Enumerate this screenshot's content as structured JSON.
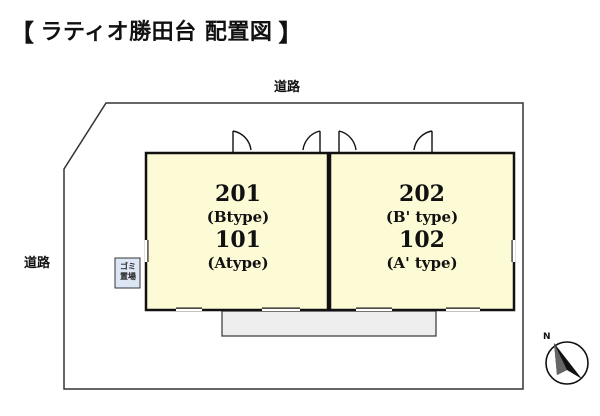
{
  "title": {
    "bracket_open": "【",
    "text": "ラティオ勝田台 配置図",
    "bracket_close": "】"
  },
  "roads": {
    "top": "道路",
    "left": "道路"
  },
  "units": [
    {
      "upper_number": "201",
      "upper_type": "(Btype)",
      "lower_number": "101",
      "lower_type": "(Atype)",
      "fill_color": "#fdfbd6"
    },
    {
      "upper_number": "202",
      "upper_type": "(B' type)",
      "lower_number": "102",
      "lower_type": "(A' type)",
      "fill_color": "#fdfbd6"
    }
  ],
  "garbage_area": {
    "line1": "ゴミ",
    "line2": "置場",
    "fill_color": "#dce6f5"
  },
  "compass": {
    "label": "N",
    "icon": "north-arrow-icon"
  }
}
